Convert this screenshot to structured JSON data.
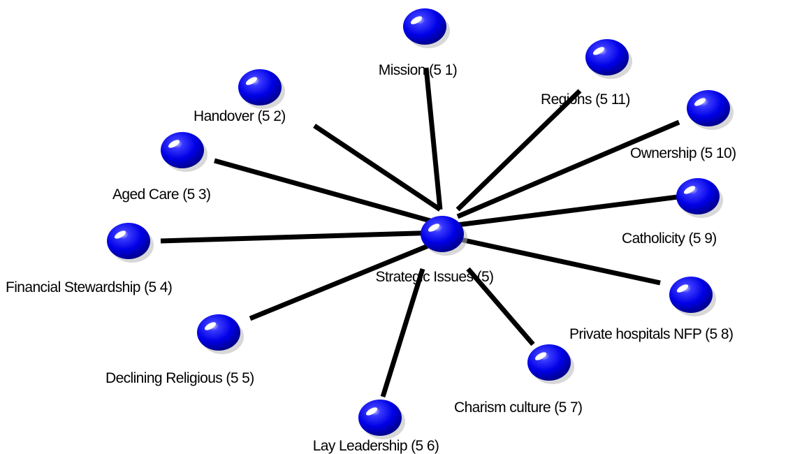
{
  "diagram": {
    "type": "radial-node-map",
    "edge_color": "#000000",
    "node_color": "#0000ee",
    "center": {
      "id": "center",
      "label": "Strategic Issues (5)"
    },
    "nodes": [
      {
        "id": "n1",
        "label": "Mission (5 1)"
      },
      {
        "id": "n2",
        "label": "Handover (5 2)"
      },
      {
        "id": "n3",
        "label": "Aged Care (5 3)"
      },
      {
        "id": "n4",
        "label": "Financial Stewardship (5 4)"
      },
      {
        "id": "n5",
        "label": "Declining Religious (5 5)"
      },
      {
        "id": "n6",
        "label": "Lay Leadership (5 6)"
      },
      {
        "id": "n7",
        "label": "Charism culture (5 7)"
      },
      {
        "id": "n8",
        "label": "Private hospitals NFP (5 8)"
      },
      {
        "id": "n9",
        "label": "Catholicity (5 9)"
      },
      {
        "id": "n10",
        "label": "Ownership (5 10)"
      },
      {
        "id": "n11",
        "label": "Regions (5 11)"
      }
    ]
  }
}
